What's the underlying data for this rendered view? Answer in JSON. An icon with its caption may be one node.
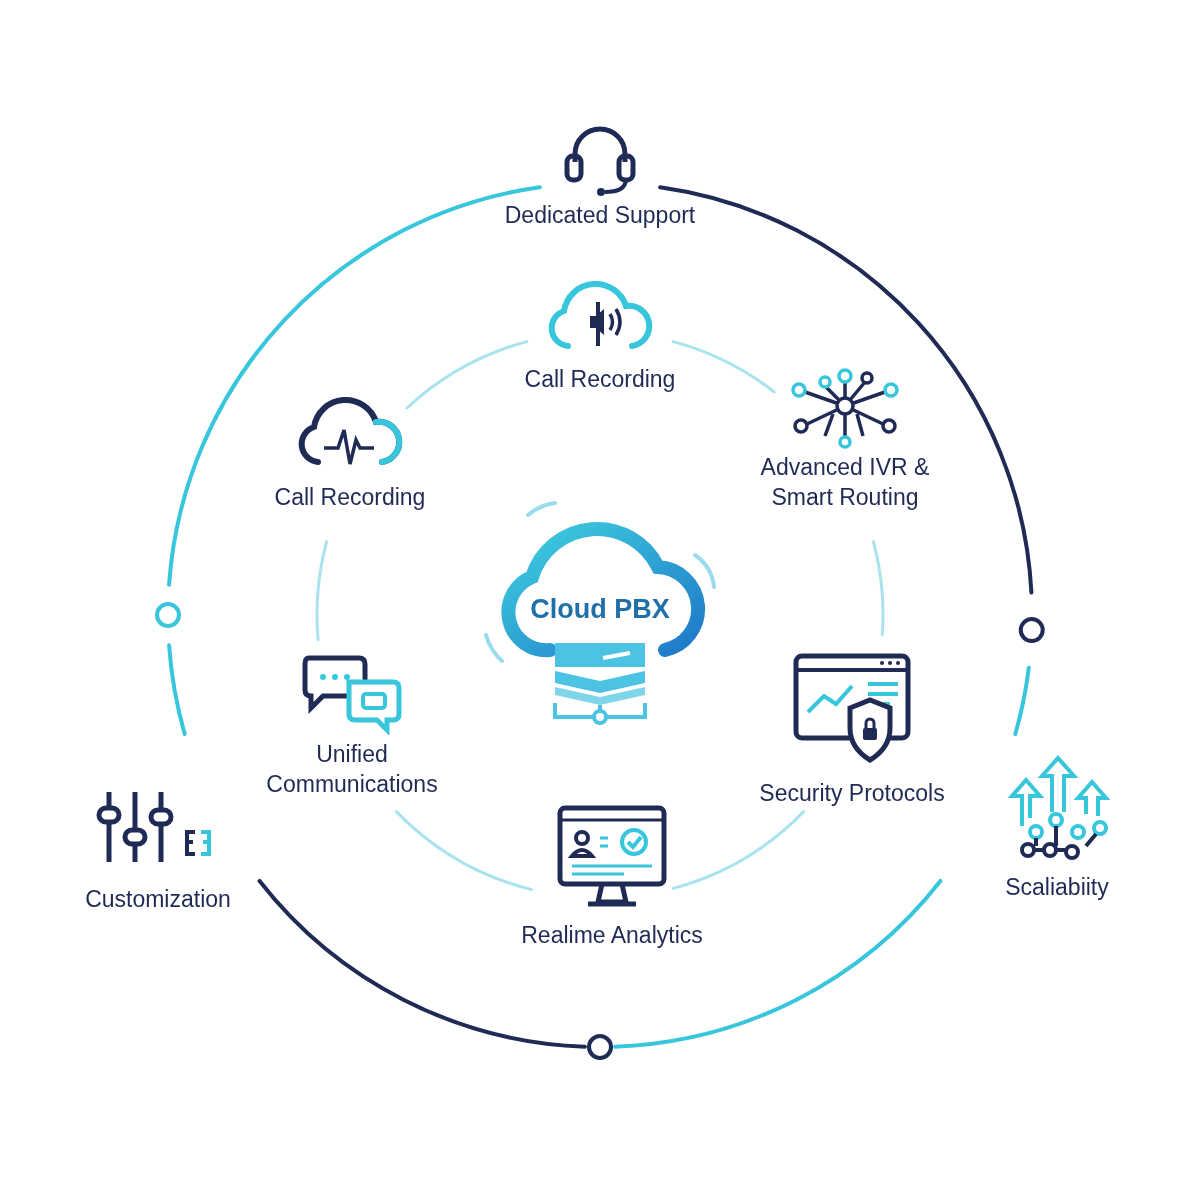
{
  "diagram": {
    "nodes": [
      {
        "text": [
          "Cloud PBX"
        ]
      },
      {
        "text": [
          "Dedicated Support"
        ]
      },
      {
        "text": [
          "Call Recording"
        ]
      },
      {
        "text": [
          "Advanced IVR & Smart Routing"
        ]
      },
      {
        "text": [
          "Call Recording"
        ]
      },
      {
        "text": [
          "Unified Communications"
        ]
      },
      {
        "text": [
          "Security Protocols"
        ]
      },
      {
        "text": [
          "Realime Analytics"
        ]
      },
      {
        "text": [
          "Customization"
        ]
      },
      {
        "text": [
          "Scaliabiity"
        ]
      }
    ]
  }
}
